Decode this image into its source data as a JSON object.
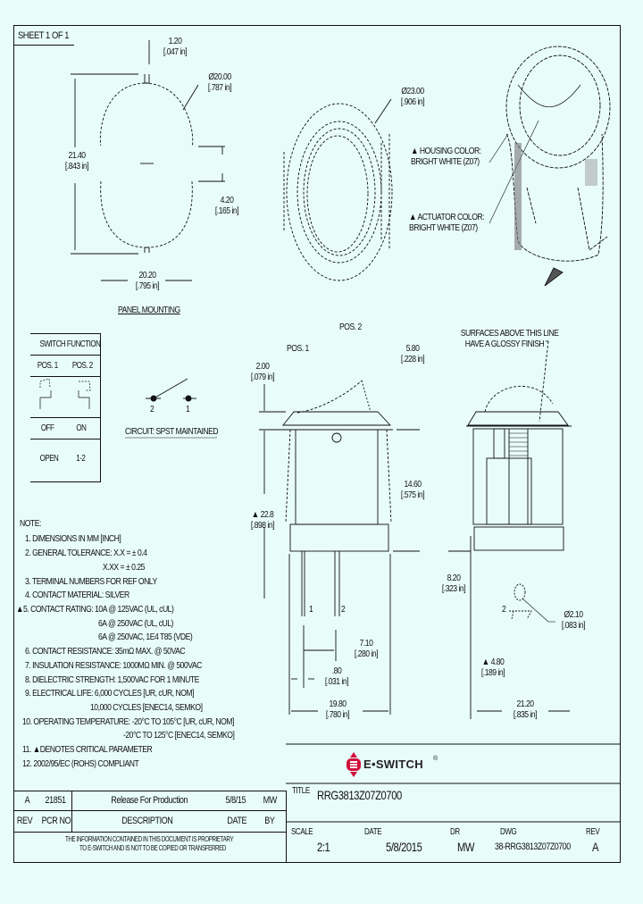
{
  "sheet": {
    "label": "SHEET 1 OF 1"
  },
  "panel_mounting": {
    "title": "PANEL MOUNTING",
    "dims": [
      {
        "mm": "1.20",
        "in": "[.047 in]"
      },
      {
        "mm": "Ø20.00",
        "in": "[.787 in]"
      },
      {
        "mm": "21.40",
        "in": "[.843 in]"
      },
      {
        "mm": "4.20",
        "in": "[.165 in]"
      },
      {
        "mm": "20.20",
        "in": "[.795 in]"
      }
    ]
  },
  "front_view": {
    "dims": [
      {
        "mm": "Ø23.00",
        "in": "[.906 in]"
      }
    ]
  },
  "iso_view": {
    "housing_color": {
      "line1": "▲ HOUSING COLOR:",
      "line2": "BRIGHT WHITE (Z07)"
    },
    "actuator_color": {
      "line1": "▲ ACTUATOR COLOR:",
      "line2": "BRIGHT WHITE (Z07)"
    }
  },
  "switch_function": {
    "title": "SWITCH FUNCTION",
    "columns": [
      "POS. 1",
      "POS. 2"
    ],
    "states": [
      "OFF",
      "ON"
    ],
    "circuits": [
      "OPEN",
      "1-2"
    ]
  },
  "circuit": {
    "label": "CIRCUIT: SPST MAINTAINED",
    "terminals": [
      "2",
      "1"
    ]
  },
  "side_view": {
    "pos1": "POS. 1",
    "pos2": "POS. 2",
    "dims": [
      {
        "mm": "2.00",
        "in": "[.079 in]"
      },
      {
        "mm": "5.80",
        "in": "[.228 in]"
      },
      {
        "mm": "14.60",
        "in": "[.575 in]"
      },
      {
        "mm": "▲ 22.8",
        "in": "[.898 in]"
      },
      {
        "mm": "7.10",
        "in": "[.280 in]"
      },
      {
        "mm": ".80",
        "in": "[.031 in]"
      },
      {
        "mm": "19.80",
        "in": "[.780 in]"
      }
    ],
    "terminals": [
      "1",
      "2"
    ]
  },
  "end_view": {
    "glossy_note": {
      "line1": "SURFACES ABOVE THIS LINE",
      "line2": "HAVE A GLOSSY FINISH"
    },
    "dims": [
      {
        "mm": "8.20",
        "in": "[.323 in]"
      },
      {
        "mm": "Ø2.10",
        "in": "[.083 in]"
      },
      {
        "mm": "▲ 4.80",
        "in": "[.189 in]"
      },
      {
        "mm": "21.20",
        "in": "[.835 in]"
      }
    ],
    "terminal": "2"
  },
  "notes": {
    "title": "NOTE:",
    "lines": [
      "1. DIMENSIONS IN MM [INCH]",
      "2. GENERAL TOLERANCE:  X.X = ± 0.4",
      "X.XX = ± 0.25",
      "3. TERMINAL NUMBERS FOR REF ONLY",
      "4. CONTACT MATERIAL: SILVER",
      "▲5. CONTACT RATING: 10A @ 125VAC (UL, cUL)",
      "6A @ 250VAC (UL, cUL)",
      "6A @ 250VAC, 1E4 T85 (VDE)",
      "6. CONTACT RESISTANCE: 35mΩ MAX. @ 50VAC",
      "7. INSULATION RESISTANCE: 1000MΩ MIN. @ 500VAC",
      "8. DIELECTRIC STRENGTH: 1,500VAC FOR 1 MINUTE",
      "9. ELECTRICAL LIFE: 6,000 CYCLES [UR, cUR, NOM]",
      "10,000 CYCLES [ENEC14, SEMKO]",
      "10. OPERATING TEMPERATURE: -20°C TO 105°C [UR, cUR, NOM]",
      "-20°C TO 125°C [ENEC14, SEMKO]",
      "11. ▲DENOTES CRITICAL PARAMETER",
      "12. 2002/95/EC (ROHS) COMPLIANT"
    ]
  },
  "revision_table": {
    "row": {
      "rev": "A",
      "pcr": "21851",
      "description": "Release For Production",
      "date": "5/8/15",
      "by": "MW"
    },
    "headers": {
      "rev": "REV",
      "pcr": "PCR NO",
      "description": "DESCRIPTION",
      "date": "DATE",
      "by": "BY"
    },
    "proprietary_line1": "THE INFORMATION CONTAINED IN THIS DOCUMENT IS PROPRIETARY",
    "proprietary_line2": "TO E-SWITCH AND IS NOT TO BE COPIED OR TRANSFERRED"
  },
  "title_block": {
    "brand": "E•SWITCH",
    "brand_mark": "®",
    "brand_color": "#d0103a",
    "title_label": "TITLE",
    "title_value": "RRG3813Z07Z0700",
    "scale_label": "SCALE",
    "scale_value": "2:1",
    "date_label": "DATE",
    "date_value": "5/8/2015",
    "dr_label": "DR",
    "dr_value": "MW",
    "dwg_label": "DWG",
    "dwg_value": "38-RRG3813Z07Z0700",
    "rev_label": "REV",
    "rev_value": "A"
  }
}
